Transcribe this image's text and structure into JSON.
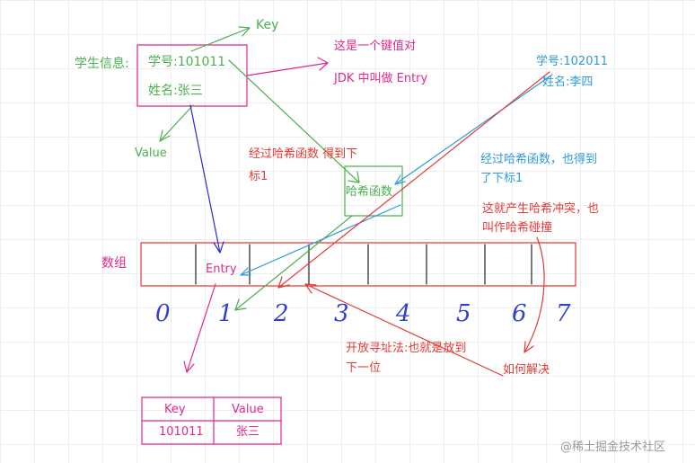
{
  "student": {
    "label": "学生信息:",
    "id": "学号:101011",
    "name": "姓名:张三"
  },
  "kv": {
    "key": "Key",
    "value": "Value",
    "pair_line1": "这是一个键值对",
    "pair_line2": "JDK 中叫做 Entry"
  },
  "student2": {
    "id": "学号:102011",
    "name": "姓名:李四"
  },
  "hash": {
    "box_label": "哈希函数",
    "note1_line1": "经过哈希函数  得到下",
    "note1_line2": "标1",
    "note2_line1": "经过哈希函数，也得到",
    "note2_line2": "了下标1",
    "collision_line1": "这就产生哈希冲突，也",
    "collision_line2": "叫作哈希碰撞"
  },
  "array": {
    "label": "数组",
    "entry": "Entry",
    "indices": [
      "0",
      "1",
      "2",
      "3",
      "4",
      "5",
      "6",
      "7"
    ]
  },
  "resolve": {
    "open_addr_line1": "开放寻址法:也就是放到",
    "open_addr_line2": "下一位",
    "how": "如何解决"
  },
  "table": {
    "headers": [
      "Key",
      "Value"
    ],
    "row": [
      "101011",
      "张三"
    ]
  },
  "watermark": "@稀土掘金技术社区",
  "colors": {
    "green": "#4caf50",
    "pink": "#e0298a",
    "red": "#e53935",
    "blue": "#2e9bd6",
    "navy": "#2b2bd0"
  }
}
